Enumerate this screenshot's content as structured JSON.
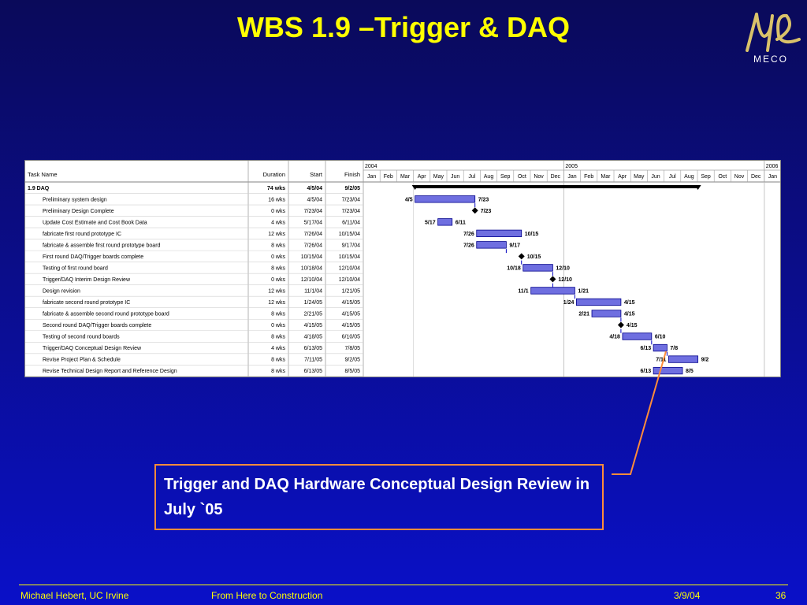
{
  "slide": {
    "title": "WBS 1.9 –Trigger & DAQ",
    "logo_text": "MECO",
    "callout": "Trigger and DAQ Hardware Conceptual Design Review in July `05",
    "footer_left": "Michael Hebert, UC Irvine",
    "footer_center": "From Here to Construction",
    "footer_date": "3/9/04",
    "footer_page": "36",
    "colors": {
      "title": "#ffff00",
      "callout_border": "#ff8c3a",
      "bar_fill": "#6f6fe0",
      "bar_border": "#00008b"
    }
  },
  "chart_data": {
    "type": "gantt",
    "columns": [
      "Task Name",
      "Duration",
      "Start",
      "Finish"
    ],
    "years": [
      "2004",
      "2005",
      "2006"
    ],
    "months": [
      "Jan",
      "Feb",
      "Mar",
      "Apr",
      "May",
      "Jun",
      "Jul",
      "Aug",
      "Sep",
      "Oct",
      "Nov",
      "Dec",
      "Jan",
      "Feb",
      "Mar",
      "Apr",
      "May",
      "Jun",
      "Jul",
      "Aug",
      "Sep",
      "Oct",
      "Nov",
      "Dec",
      "Jan"
    ],
    "tasks": [
      {
        "name": "1.9 DAQ",
        "duration": "74 wks",
        "start": "4/5/04",
        "finish": "9/2/05",
        "kind": "summary",
        "indent": 0,
        "s": 2004.258,
        "f": 2005.669,
        "ls": "",
        "lf": ""
      },
      {
        "name": "Preliminary system design",
        "duration": "16 wks",
        "start": "4/5/04",
        "finish": "7/23/04",
        "kind": "bar",
        "indent": 1,
        "s": 2004.258,
        "f": 2004.557,
        "ls": "4/5",
        "lf": "7/23"
      },
      {
        "name": "Preliminary Design Complete",
        "duration": "0 wks",
        "start": "7/23/04",
        "finish": "7/23/04",
        "kind": "milestone",
        "indent": 1,
        "s": 2004.557,
        "f": 2004.557,
        "ls": "",
        "lf": "7/23"
      },
      {
        "name": "Update Cost Estimate and Cost Book Data",
        "duration": "4 wks",
        "start": "5/17/04",
        "finish": "6/11/04",
        "kind": "bar",
        "indent": 1,
        "s": 2004.372,
        "f": 2004.443,
        "ls": "5/17",
        "lf": "6/11"
      },
      {
        "name": "fabricate first round prototype IC",
        "duration": "12 wks",
        "start": "7/26/04",
        "finish": "10/15/04",
        "kind": "bar",
        "indent": 1,
        "s": 2004.565,
        "f": 2004.789,
        "ls": "7/26",
        "lf": "10/15"
      },
      {
        "name": "fabricate & assemble first round prototype board",
        "duration": "8 wks",
        "start": "7/26/04",
        "finish": "9/17/04",
        "kind": "bar",
        "indent": 1,
        "s": 2004.565,
        "f": 2004.713,
        "ls": "7/26",
        "lf": "9/17"
      },
      {
        "name": "First round DAQ/Trigger boards complete",
        "duration": "0 wks",
        "start": "10/15/04",
        "finish": "10/15/04",
        "kind": "milestone",
        "indent": 1,
        "s": 2004.789,
        "f": 2004.789,
        "ls": "",
        "lf": "10/15"
      },
      {
        "name": "Testing of first round board",
        "duration": "8 wks",
        "start": "10/18/04",
        "finish": "12/10/04",
        "kind": "bar",
        "indent": 1,
        "s": 2004.797,
        "f": 2004.945,
        "ls": "10/18",
        "lf": "12/10"
      },
      {
        "name": "Trigger/DAQ Interim Design Review",
        "duration": "0 wks",
        "start": "12/10/04",
        "finish": "12/10/04",
        "kind": "milestone",
        "indent": 1,
        "s": 2004.945,
        "f": 2004.945,
        "ls": "",
        "lf": "12/10"
      },
      {
        "name": "Design revision",
        "duration": "12 wks",
        "start": "11/1/04",
        "finish": "1/21/05",
        "kind": "bar",
        "indent": 1,
        "s": 2004.836,
        "f": 2005.055,
        "ls": "11/1",
        "lf": "1/21"
      },
      {
        "name": "fabricate second round prototype IC",
        "duration": "12 wks",
        "start": "1/24/05",
        "finish": "4/15/05",
        "kind": "bar",
        "indent": 1,
        "s": 2005.063,
        "f": 2005.285,
        "ls": "1/24",
        "lf": "4/15"
      },
      {
        "name": "fabricate & assemble second round prototype board",
        "duration": "8 wks",
        "start": "2/21/05",
        "finish": "4/15/05",
        "kind": "bar",
        "indent": 1,
        "s": 2005.14,
        "f": 2005.285,
        "ls": "2/21",
        "lf": "4/15"
      },
      {
        "name": "Second round DAQ/Trigger boards complete",
        "duration": "0 wks",
        "start": "4/15/05",
        "finish": "4/15/05",
        "kind": "milestone",
        "indent": 1,
        "s": 2005.285,
        "f": 2005.285,
        "ls": "",
        "lf": "4/15"
      },
      {
        "name": "Testing of second round boards",
        "duration": "8 wks",
        "start": "4/18/05",
        "finish": "6/10/05",
        "kind": "bar",
        "indent": 1,
        "s": 2005.293,
        "f": 2005.438,
        "ls": "4/18",
        "lf": "6/10"
      },
      {
        "name": "Trigger/DAQ Conceptual Design Review",
        "duration": "4 wks",
        "start": "6/13/05",
        "finish": "7/8/05",
        "kind": "bar",
        "indent": 1,
        "s": 2005.447,
        "f": 2005.515,
        "ls": "6/13",
        "lf": "7/8"
      },
      {
        "name": "Revise Project Plan & Schedule",
        "duration": "8 wks",
        "start": "7/11/05",
        "finish": "9/2/05",
        "kind": "bar",
        "indent": 1,
        "s": 2005.523,
        "f": 2005.669,
        "ls": "7/11",
        "lf": "9/2"
      },
      {
        "name": "Revise Technical Design Report and Reference Design",
        "duration": "8 wks",
        "start": "6/13/05",
        "finish": "8/5/05",
        "kind": "bar",
        "indent": 1,
        "s": 2005.447,
        "f": 2005.592,
        "ls": "6/13",
        "lf": "8/5"
      }
    ]
  }
}
